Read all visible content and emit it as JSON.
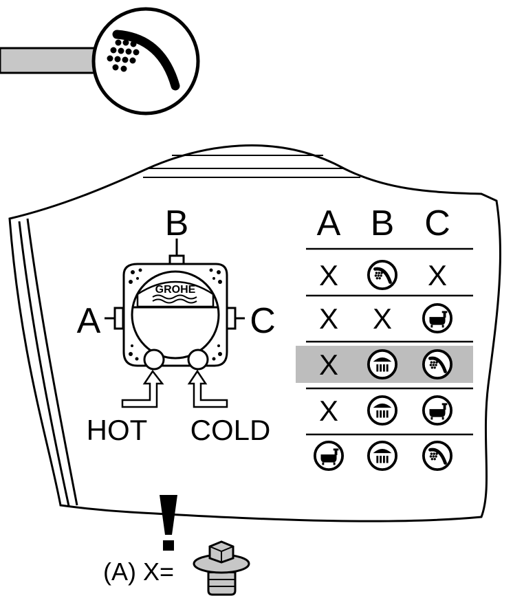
{
  "diagram": {
    "port_labels": {
      "a": "A",
      "b": "B",
      "c": "C"
    },
    "logo_text": "GROHE",
    "inlet_labels": {
      "hot": "HOT",
      "cold": "COLD"
    },
    "table": {
      "headers": [
        "A",
        "B",
        "C"
      ],
      "x_symbol": "X",
      "highlight_row": 2,
      "highlight_color": "#bdbdbd",
      "rows": [
        [
          "x",
          "hand-shower-icon",
          "x"
        ],
        [
          "x",
          "x",
          "bathtub-icon"
        ],
        [
          "x",
          "head-shower-icon",
          "hand-shower-icon"
        ],
        [
          "x",
          "head-shower-icon",
          "bathtub-icon"
        ],
        [
          "bathtub-icon",
          "head-shower-icon",
          "hand-shower-icon"
        ]
      ]
    },
    "note": {
      "label": "(A) X=",
      "item_icon": "plug-icon",
      "warning_icon": "exclamation-icon"
    },
    "callout_icon": "hand-shower-icon"
  }
}
